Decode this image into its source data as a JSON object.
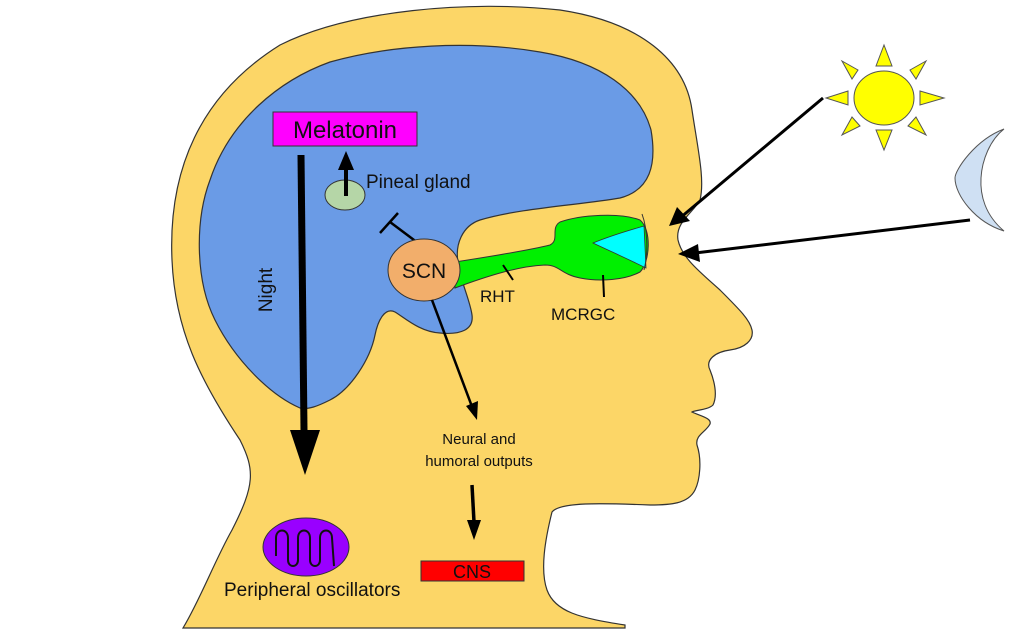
{
  "title": "Circadian light input pathway diagram",
  "colors": {
    "head": "#fcd667",
    "brain": "#6a9be6",
    "melatonin_box": "#ff00ff",
    "pineal": "#b5d6a7",
    "scn": "#f2ae6b",
    "rht_green": "#00f000",
    "lens_cyan": "#00ffff",
    "sun": "#ffff00",
    "moon": "#cfe0f3",
    "oscillator": "#9900ff",
    "cns_box": "#ff0000"
  },
  "labels": {
    "melatonin": "Melatonin",
    "pineal_gland": "Pineal gland",
    "scn": "SCN",
    "rht": "RHT",
    "mcrgc": "MCRGC",
    "night": "Night",
    "neural_outputs_line1": "Neural and",
    "neural_outputs_line2": "humoral outputs",
    "cns": "CNS",
    "peripheral_oscillators": "Peripheral oscillators"
  },
  "icons": {
    "sun": "sun-icon",
    "moon": "crescent-moon-icon"
  }
}
